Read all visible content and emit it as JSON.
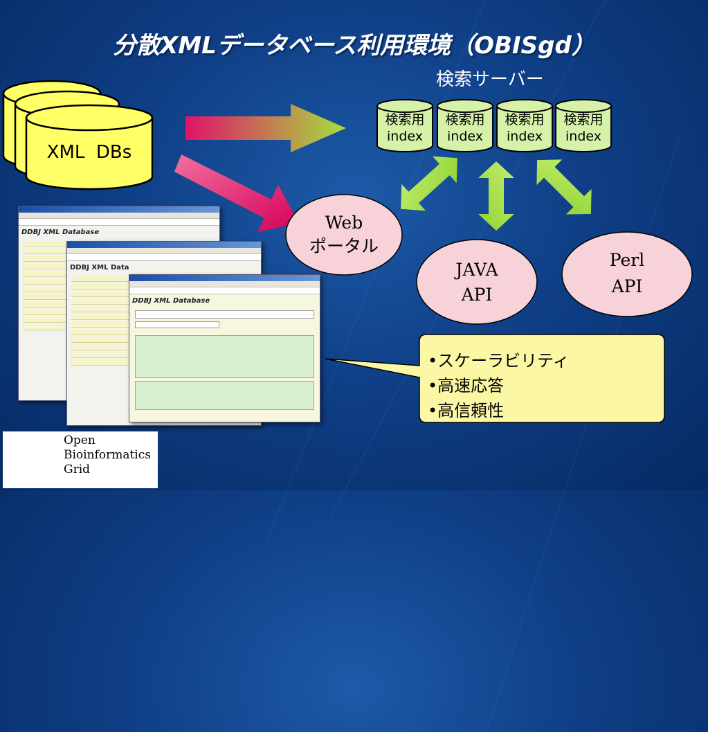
{
  "title": "分散XMLデータベース利用環境（OBISgd）",
  "server_label": "検索サーバー",
  "db_label": "XML  DBs",
  "index_boxes": [
    {
      "line1": "検索用",
      "line2": "index"
    },
    {
      "line1": "検索用",
      "line2": "index"
    },
    {
      "line1": "検索用",
      "line2": "index"
    },
    {
      "line1": "検索用",
      "line2": "index"
    }
  ],
  "portal": {
    "line1": "Web",
    "line2": "ポータル"
  },
  "java_api": {
    "line1": "JAVA",
    "line2": "API"
  },
  "perl_api": {
    "line1": "Perl",
    "line2": "API"
  },
  "features": [
    "•スケーラビリティ",
    "•高速応答",
    "•高信頼性"
  ],
  "screenshots": {
    "back_title": "DDBJ XML Database",
    "mid_title": "DDBJ XML Data",
    "front_title": "DDBJ XML Database"
  },
  "logo": {
    "line1": "Open",
    "line2": "Bioinformatics",
    "line3": "Grid"
  },
  "colors": {
    "background": "#0f3f86",
    "index_fill": "#d6f2a8",
    "bubble_fill": "#f7d2d8",
    "callout_fill": "#fbf7a4",
    "arrow_green": "#9bdc3c",
    "arrow_pink": "#e0126a"
  }
}
